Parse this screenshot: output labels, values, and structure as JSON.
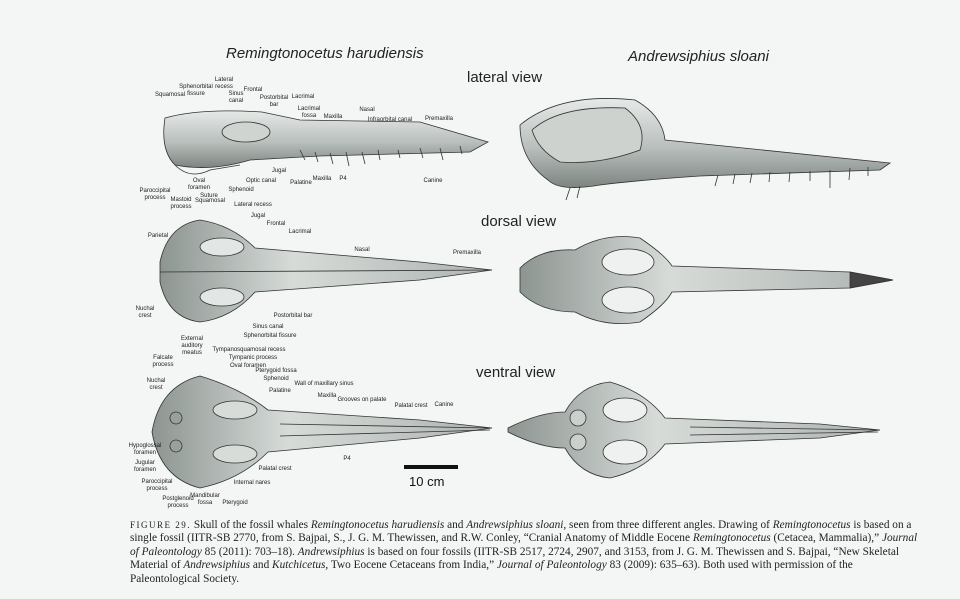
{
  "header": {
    "species_left": "Remingtonocetus harudiensis",
    "species_right": "Andrewsiphius sloani"
  },
  "views": {
    "lateral": "lateral view",
    "dorsal": "dorsal view",
    "ventral": "ventral view"
  },
  "labels": {
    "lateral": {
      "squamosal": "Squamosal",
      "sphenorbital_fissure": "Sphenorbital fissure",
      "lateral_recess": "Lateral recess",
      "sinus_canal": "Sinus canal",
      "frontal": "Frontal",
      "postorbital_bar": "Postorbital bar",
      "lacrimal": "Lacrimal",
      "lacrimal_fossa": "Lacrimal fossa",
      "maxilla": "Maxilla",
      "nasal": "Nasal",
      "infraorbital_canal": "Infraorbital canal",
      "premaxilla": "Premaxilla",
      "jugal": "Jugal",
      "optic_canal": "Optic canal",
      "palatine": "Palatine",
      "maxilla_lower": "Maxilla",
      "p4": "P4",
      "canine": "Canine",
      "oval_foramen": "Oval foramen",
      "sphenoid": "Sphenoid",
      "suture": "Suture",
      "paroccipital_process": "Paroccipital process",
      "mastoid_process": "Mastoid process"
    },
    "dorsal": {
      "squamosal": "Squamosal",
      "lateral_recess": "Lateral recess",
      "jugal": "Jugal",
      "frontal": "Frontal",
      "lacrimal": "Lacrimal",
      "parietal": "Parietal",
      "nasal": "Nasal",
      "premaxilla": "Premaxilla",
      "nuchal_crest": "Nuchal crest",
      "postorbital_bar": "Postorbital bar",
      "sinus_canal": "Sinus canal",
      "sphenorbital_fissure": "Sphenorbital fissure"
    },
    "ventral": {
      "external_auditory_meatus": "External auditory meatus",
      "tympanosquamosal_recess": "Tympanosquamosal recess",
      "tympanic_process": "Tympanic process",
      "falcate_process": "Falcate process",
      "oval_foramen": "Oval foramen",
      "pterygoid_fossa": "Pterygoid fossa",
      "nuchal_crest": "Nuchal crest",
      "sphenoid": "Sphenoid",
      "wall_of_maxillary_sinus": "Wall of maxillary sinus",
      "palatine": "Palatine",
      "maxilla": "Maxilla",
      "grooves_on_palate": "Grooves on palate",
      "palatal_crest": "Palatal crest",
      "canine": "Canine",
      "hypoglossal_foramen": "Hypoglossal foramen",
      "jugular_foramen": "Jugular foramen",
      "p4": "P4",
      "palatal_crest_lower": "Palatal crest",
      "paroccipital_process": "Paroccipital process",
      "postglenoid_process": "Postglenoid process",
      "internal_nares": "Internal nares",
      "mandibular_fossa": "Mandibular fossa",
      "pterygoid": "Pterygoid"
    }
  },
  "scale": {
    "label": "10 cm"
  },
  "caption": {
    "fig": "FIGURE 29.",
    "s1": " Skull of the fossil whales ",
    "i1": "Remingtonocetus harudiensis",
    "s2": " and ",
    "i2": "Andrewsiphius sloani",
    "s3": ", seen from three different angles. Drawing of ",
    "i3": "Remingtonocetus",
    "s4": " is based on a single fossil (IITR-SB 2770, from S. Bajpai, S., J. G. M. Thewissen, and R.W. Conley, “Cranial Anatomy of Middle Eocene ",
    "i4": "Remingtonocetus",
    "s5": " (Cetacea, Mammalia),” ",
    "i5": "Journal of Paleontology",
    "s6": " 85 (2011): 703–18). ",
    "i6": "Andrewsiphius",
    "s7": " is based on four fossils (IITR-SB 2517, 2724, 2907, and 3153, from J. G. M. Thewissen and S. Bajpai, “New Skeletal Material of ",
    "i7": "Andrewsiphius",
    "s8": " and ",
    "i8": "Kutchicetus",
    "s9": ", Two Eocene Cetaceans from India,” ",
    "i9": "Journal of Paleontology",
    "s10": " 83 (2009): 635–63). Both used with permission of the Paleontological Society."
  }
}
